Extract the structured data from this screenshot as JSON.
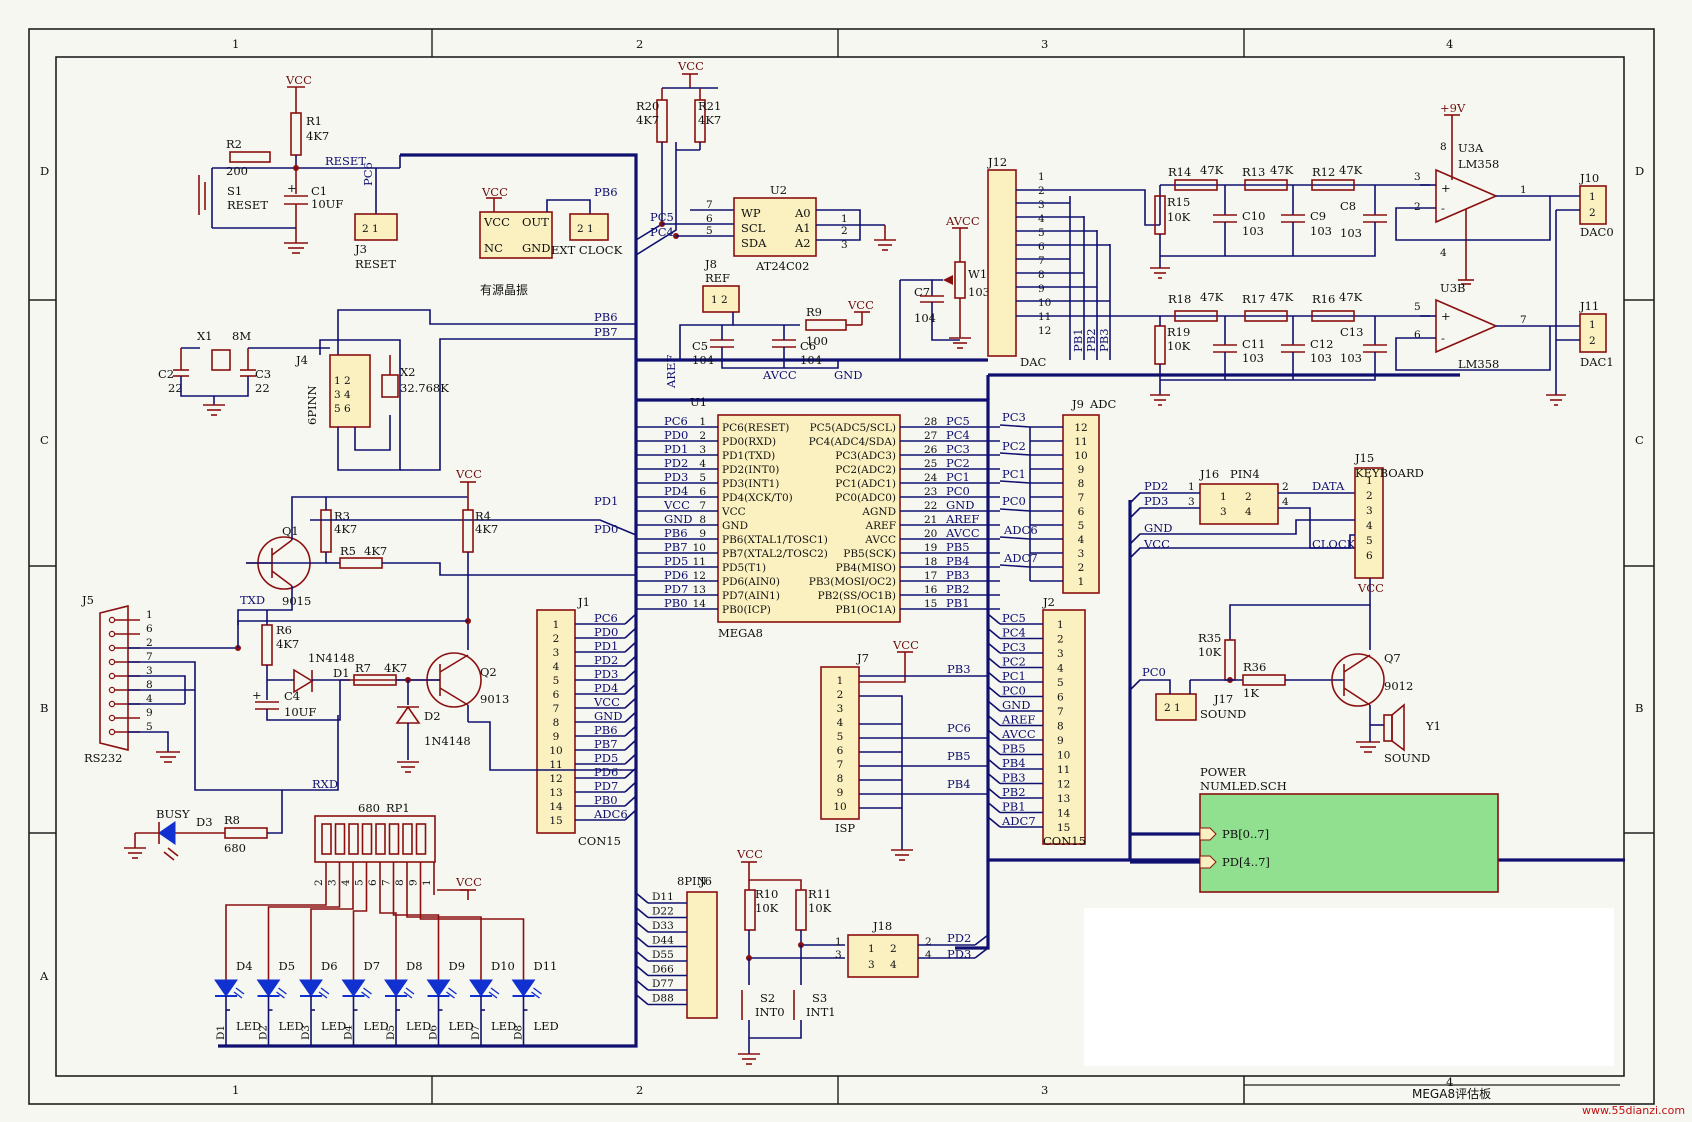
{
  "frame": {
    "columns": [
      "1",
      "2",
      "3",
      "4"
    ],
    "rows": [
      "D",
      "C",
      "B",
      "A"
    ],
    "title_block": "MEGA8评估板",
    "watermark": "www.55dianzi.com"
  },
  "mcu": {
    "ref": "U1",
    "part": "MEGA8",
    "left_pins": [
      {
        "net": "PC6",
        "num": "1",
        "fn": "PC6(RESET)"
      },
      {
        "net": "PD0",
        "num": "2",
        "fn": "PD0(RXD)"
      },
      {
        "net": "PD1",
        "num": "3",
        "fn": "PD1(TXD)"
      },
      {
        "net": "PD2",
        "num": "4",
        "fn": "PD2(INT0)"
      },
      {
        "net": "PD3",
        "num": "5",
        "fn": "PD3(INT1)"
      },
      {
        "net": "PD4",
        "num": "6",
        "fn": "PD4(XCK/T0)"
      },
      {
        "net": "VCC",
        "num": "7",
        "fn": "VCC"
      },
      {
        "net": "GND",
        "num": "8",
        "fn": "GND"
      },
      {
        "net": "PB6",
        "num": "9",
        "fn": "PB6(XTAL1/TOSC1)"
      },
      {
        "net": "PB7",
        "num": "10",
        "fn": "PB7(XTAL2/TOSC2)"
      },
      {
        "net": "PD5",
        "num": "11",
        "fn": "PD5(T1)"
      },
      {
        "net": "PD6",
        "num": "12",
        "fn": "PD6(AIN0)"
      },
      {
        "net": "PD7",
        "num": "13",
        "fn": "PD7(AIN1)"
      },
      {
        "net": "PB0",
        "num": "14",
        "fn": "PB0(ICP)"
      }
    ],
    "right_pins": [
      {
        "fn": "PC5(ADC5/SCL)",
        "num": "28",
        "net": "PC5"
      },
      {
        "fn": "PC4(ADC4/SDA)",
        "num": "27",
        "net": "PC4"
      },
      {
        "fn": "PC3(ADC3)",
        "num": "26",
        "net": "PC3"
      },
      {
        "fn": "PC2(ADC2)",
        "num": "25",
        "net": "PC2"
      },
      {
        "fn": "PC1(ADC1)",
        "num": "24",
        "net": "PC1"
      },
      {
        "fn": "PC0(ADC0)",
        "num": "23",
        "net": "PC0"
      },
      {
        "fn": "AGND",
        "num": "22",
        "net": "GND"
      },
      {
        "fn": "AREF",
        "num": "21",
        "net": "AREF"
      },
      {
        "fn": "AVCC",
        "num": "20",
        "net": "AVCC"
      },
      {
        "fn": "PB5(SCK)",
        "num": "19",
        "net": "PB5"
      },
      {
        "fn": "PB4(MISO)",
        "num": "18",
        "net": "PB4"
      },
      {
        "fn": "PB3(MOSI/OC2)",
        "num": "17",
        "net": "PB3"
      },
      {
        "fn": "PB2(SS/OC1B)",
        "num": "16",
        "net": "PB2"
      },
      {
        "fn": "PB1(OC1A)",
        "num": "15",
        "net": "PB1"
      }
    ]
  },
  "j1": {
    "ref": "J1",
    "part": "CON15",
    "nets": [
      "PC6",
      "PD0",
      "PD1",
      "PD2",
      "PD3",
      "PD4",
      "VCC",
      "GND",
      "PB6",
      "PB7",
      "PD5",
      "PD6",
      "PD7",
      "PB0",
      "ADC6"
    ]
  },
  "j2": {
    "ref": "J2",
    "part": "CON15",
    "nets": [
      "PC5",
      "PC4",
      "PC3",
      "PC2",
      "PC1",
      "PC0",
      "GND",
      "AREF",
      "AVCC",
      "PB5",
      "PB4",
      "PB3",
      "PB2",
      "PB1",
      "ADC7"
    ]
  },
  "j9": {
    "ref": "J9",
    "part": "ADC",
    "nets": [
      "PC3",
      "PC2",
      "PC1",
      "PC0",
      "ADC6",
      "ADC7"
    ],
    "pins": [
      "12",
      "11",
      "10",
      "9",
      "8",
      "7",
      "6",
      "5",
      "4",
      "3",
      "2",
      "1"
    ]
  },
  "j12": {
    "ref": "J12",
    "part": "DAC",
    "pins": [
      "1",
      "2",
      "3",
      "4",
      "5",
      "6",
      "7",
      "8",
      "9",
      "10",
      "11",
      "12"
    ],
    "nets": [
      "PB1",
      "PB2",
      "PB3"
    ]
  },
  "j7": {
    "ref": "J7",
    "part": "ISP",
    "pins": [
      "1",
      "2",
      "3",
      "4",
      "5",
      "6",
      "7",
      "8",
      "9",
      "10"
    ],
    "nets": [
      "PB3",
      "PC6",
      "PB5",
      "PB4"
    ],
    "power": "VCC"
  },
  "j6": {
    "ref": "J6",
    "part": "8PIN",
    "nets": [
      "D11",
      "D22",
      "D33",
      "D44",
      "D55",
      "D66",
      "D77",
      "D88"
    ]
  },
  "reset": {
    "r1": "R1",
    "r1_val": "4K7",
    "r2": "R2",
    "r2_val": "200",
    "c1": "C1",
    "c1_val": "10UF",
    "s1": "S1",
    "s1_label": "RESET",
    "j3": "J3",
    "j3_label": "RESET",
    "net": "RESET",
    "pc6": "PC6",
    "vcc": "VCC"
  },
  "osc": {
    "vcc": "VCC",
    "pins": [
      "VCC",
      "OUT",
      "NC",
      "GND"
    ],
    "caption": "有源晶振",
    "ext": "EXT CLOCK",
    "pb6": "PB6"
  },
  "xtal": {
    "x1": "X1",
    "x1_val": "8M",
    "c2": "C2",
    "c2_val": "22",
    "c3": "C3",
    "c3_val": "22",
    "j4": "J4",
    "j4_part": "6PINN",
    "x2": "X2",
    "x2_val": "32.768K",
    "pb6": "PB6",
    "pb7": "PB7",
    "pins": [
      "1",
      "2",
      "3",
      "4",
      "5",
      "6"
    ]
  },
  "eeprom": {
    "ref": "U2",
    "part": "AT24C02",
    "pins_l": [
      "WP",
      "SCL",
      "SDA"
    ],
    "pins_r": [
      "A0",
      "A1",
      "A2"
    ],
    "nums_l": [
      "7",
      "6",
      "5"
    ],
    "nums_r": [
      "1",
      "2",
      "3"
    ],
    "r20": "R20",
    "r20_val": "4K7",
    "r21": "R21",
    "r21_val": "4K7",
    "pc5": "PC5",
    "pc4": "PC4",
    "vcc": "VCC"
  },
  "ref_block": {
    "j8": "J8",
    "j8_label": "REF",
    "c5": "C5",
    "c5_val": "104",
    "c6": "C6",
    "c6_val": "104",
    "r9": "R9",
    "r9_val": "100",
    "vcc": "VCC",
    "aref": "AREF",
    "avcc": "AVCC",
    "gnd": "GND"
  },
  "pot": {
    "c7": "C7",
    "c7_val": "104",
    "w1": "W1",
    "w1_val": "103",
    "avcc": "AVCC"
  },
  "dac_filter": {
    "ch0": {
      "r14": "R14",
      "r13": "R13",
      "r12": "R12",
      "val": "47K",
      "r15": "R15",
      "r15_val": "10K",
      "c10": "C10",
      "c9": "C9",
      "c8": "C8",
      "cval": "103",
      "u": "U3A",
      "part": "LM358",
      "in_p": "3",
      "in_n": "2",
      "out": "1",
      "vsup": "8",
      "gnd_pin": "4",
      "j": "J10",
      "j_label": "DAC0"
    },
    "ch1": {
      "r18": "R18",
      "r17": "R17",
      "r16": "R16",
      "val": "47K",
      "r19": "R19",
      "r19_val": "10K",
      "c11": "C11",
      "c12": "C12",
      "c13": "C13",
      "cval": "103",
      "u": "U3B",
      "part": "LM358",
      "in_p": "5",
      "in_n": "6",
      "out": "7",
      "j": "J11",
      "j_label": "DAC1"
    },
    "supply": "+9V"
  },
  "rs232": {
    "ref": "J5",
    "label": "RS232",
    "pins": [
      "1",
      "6",
      "2",
      "7",
      "3",
      "8",
      "4",
      "9",
      "5"
    ],
    "q1": "Q1",
    "q1_part": "9015",
    "q2": "Q2",
    "q2_part": "9013",
    "r3": "R3",
    "r3_val": "4K7",
    "r4": "R4",
    "r4_val": "4K7",
    "r5": "R5",
    "r5_val": "4K7",
    "r6": "R6",
    "r6_val": "4K7",
    "r7": "R7",
    "r7_val": "4K7",
    "d1": "D1",
    "d1_part": "1N4148",
    "d2": "D2",
    "d2_part": "1N4148",
    "c4": "C4",
    "c4_val": "10UF",
    "txd": "TXD",
    "rxd": "RXD",
    "pd1": "PD1",
    "pd0": "PD0",
    "vcc": "VCC"
  },
  "busy": {
    "label": "BUSY",
    "d3": "D3",
    "r8": "R8",
    "r8_val": "680"
  },
  "leds": {
    "rp1": "RP1",
    "rp1_val": "680",
    "vcc": "VCC",
    "rp_pins": [
      "2",
      "3",
      "4",
      "5",
      "6",
      "7",
      "8",
      "9",
      "1"
    ],
    "refs": [
      "D4",
      "D5",
      "D6",
      "D7",
      "D8",
      "D9",
      "D10",
      "D11"
    ],
    "tags": [
      "D1",
      "D2",
      "D3",
      "D4",
      "D5",
      "D6",
      "D7",
      "D8"
    ],
    "label": "LED"
  },
  "int_block": {
    "r10": "R10",
    "r10_val": "10K",
    "r11": "R11",
    "r11_val": "10K",
    "s2": "S2",
    "s2_label": "INT0",
    "s3": "S3",
    "s3_label": "INT1",
    "j18": "J18",
    "j18_pins": [
      "1",
      "2",
      "3",
      "4"
    ],
    "pd2": "PD2",
    "pd3": "PD3",
    "vcc": "VCC"
  },
  "keyboard": {
    "j16": "J16",
    "j16_label": "PIN4",
    "j16_pins": [
      "1",
      "2",
      "3",
      "4"
    ],
    "j15": "J15",
    "j15_label": "KEYBOARD",
    "j15_pins": [
      "1",
      "2",
      "3",
      "4",
      "5",
      "6"
    ],
    "pd2": "PD2",
    "pd3": "PD3",
    "gnd": "GND",
    "vcc": "VCC",
    "data": "DATA",
    "clock": "CLOCK"
  },
  "sound": {
    "vcc": "VCC",
    "r35": "R35",
    "r35_val": "10K",
    "r36": "R36",
    "r36_val": "1K",
    "q7": "Q7",
    "q7_part": "9012",
    "j17": "J17",
    "j17_label": "SOUND",
    "y1": "Y1",
    "y1_label": "SOUND",
    "pc0": "PC0"
  },
  "sheet_symbol": {
    "line1": "POWER",
    "line2": "NUMLED.SCH",
    "port1": "PB[0..7]",
    "port2": "PD[4..7]",
    "fill": "#90e090"
  }
}
